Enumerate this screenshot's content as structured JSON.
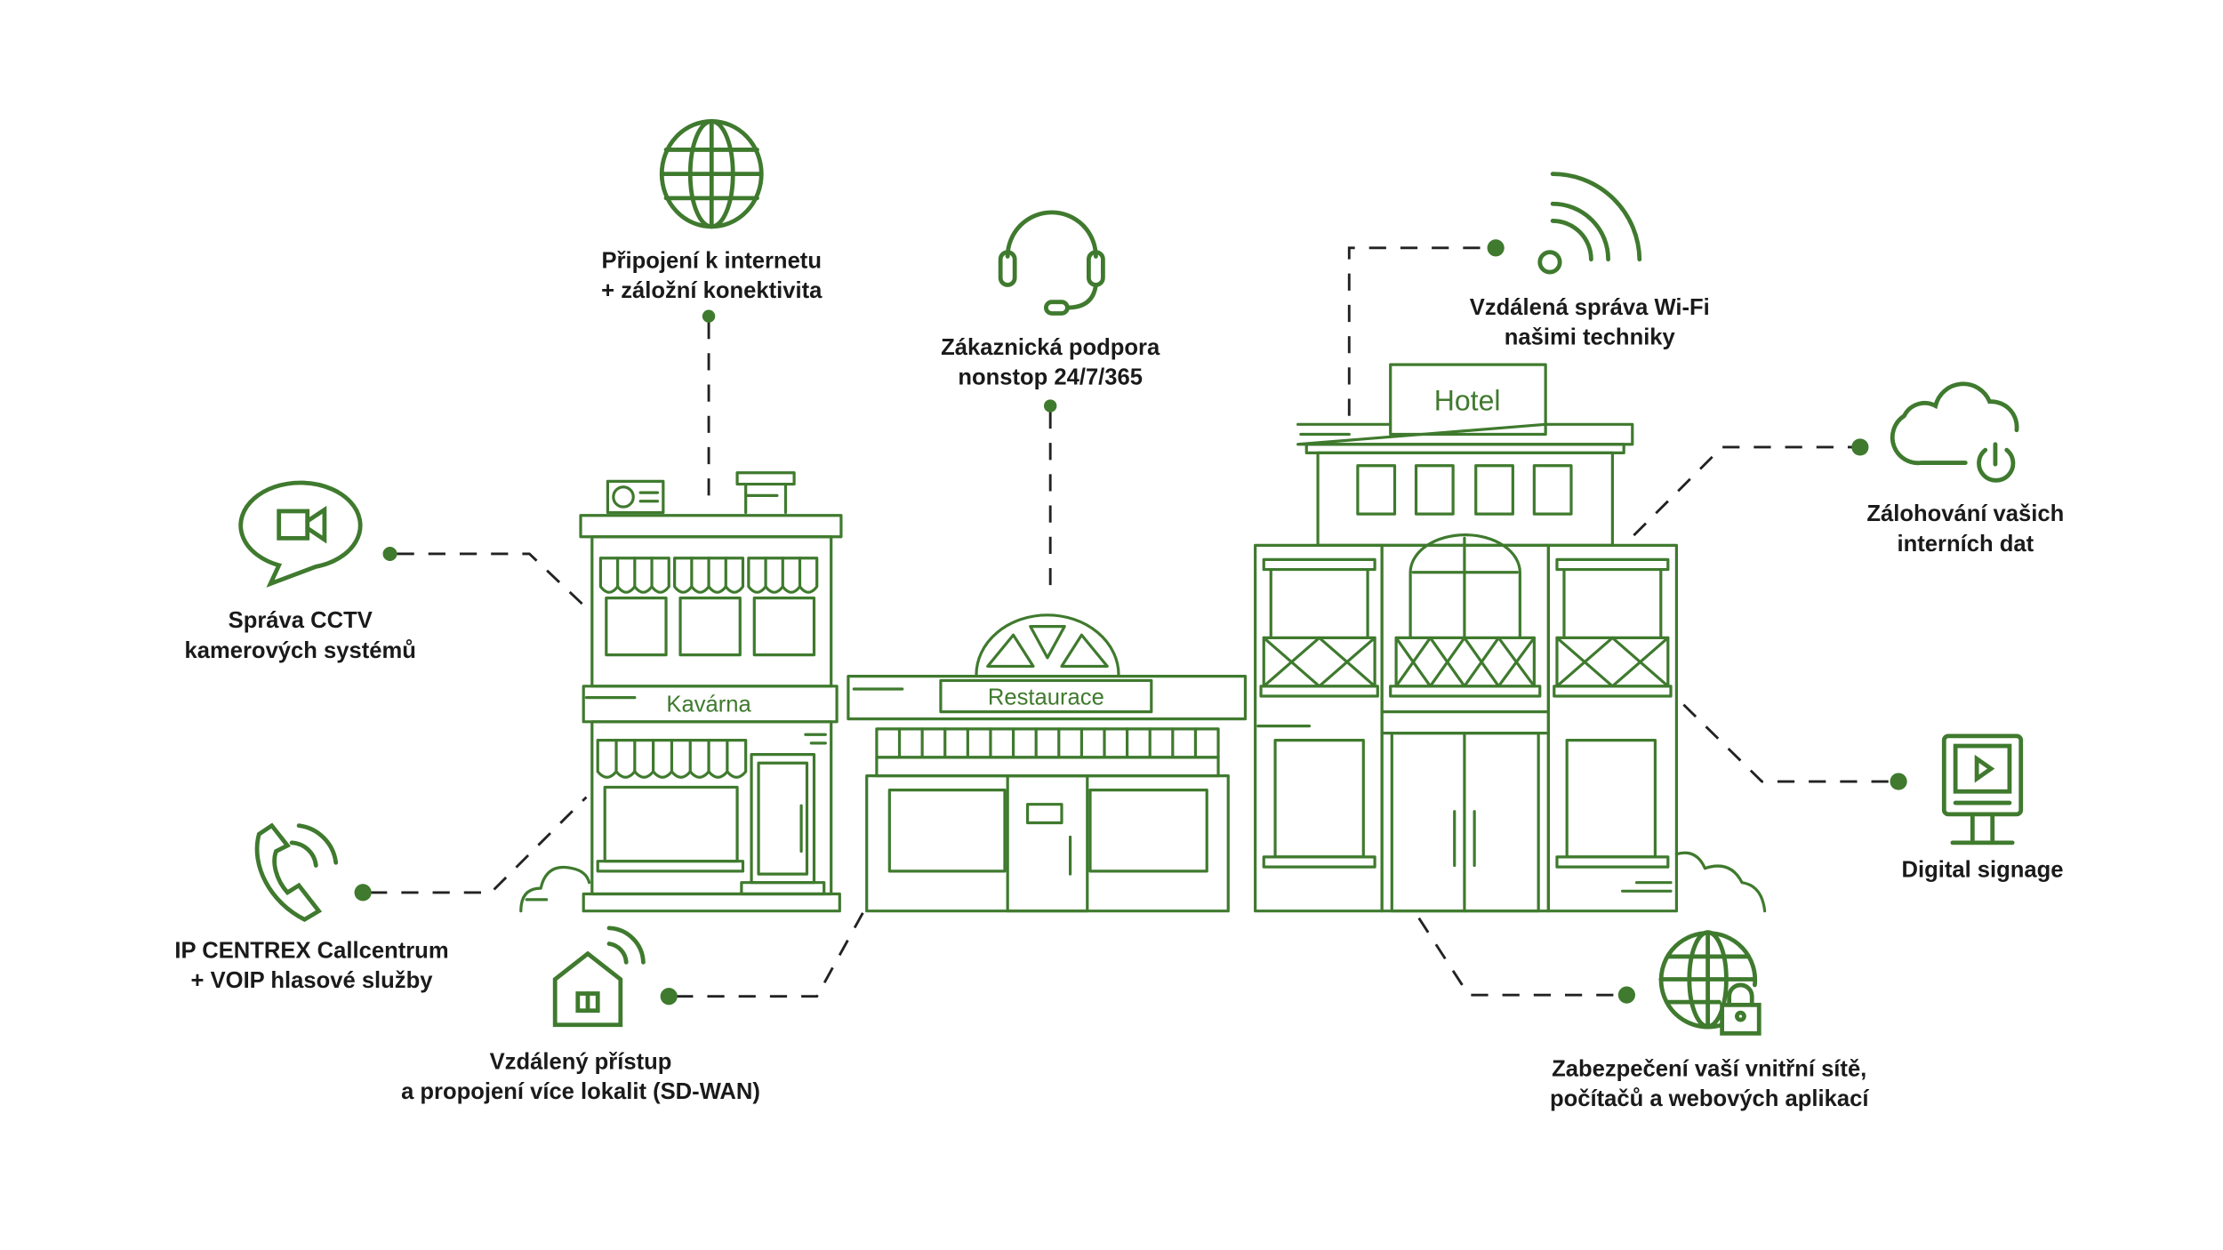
{
  "colors": {
    "accent": "#3f7a2e",
    "text": "#1a1a1a",
    "connector": "#222222"
  },
  "buildings": {
    "cafe_sign": "Kavárna",
    "restaurant_sign": "Restaurace",
    "hotel_sign": "Hotel"
  },
  "services": {
    "internet": {
      "icon": "globe-icon",
      "line1": "Připojení k internetu",
      "line2": "+ záložní konektivita"
    },
    "support": {
      "icon": "headset-icon",
      "line1": "Zákaznická podpora",
      "line2": "nonstop 24/7/365"
    },
    "wifi": {
      "icon": "wifi-icon",
      "line1": "Vzdálená správa Wi-Fi",
      "line2": "našimi techniky"
    },
    "backup": {
      "icon": "cloud-power-icon",
      "line1": "Zálohování vašich",
      "line2": "interních dat"
    },
    "cctv": {
      "icon": "camera-bubble-icon",
      "line1": "Správa CCTV",
      "line2": "kamerových systémů"
    },
    "signage": {
      "icon": "monitor-play-icon",
      "line1": "Digital signage"
    },
    "voip": {
      "icon": "phone-icon",
      "line1": "IP CENTREX Callcentrum",
      "line2": "+ VOIP hlasové služby"
    },
    "sdwan": {
      "icon": "house-wifi-icon",
      "line1": "Vzdálený přístup",
      "line2": "a propojení více lokalit (SD-WAN)"
    },
    "security": {
      "icon": "globe-lock-icon",
      "line1": "Zabezpečení vaší vnitřní sítě,",
      "line2": "počítačů a webových aplikací"
    }
  }
}
